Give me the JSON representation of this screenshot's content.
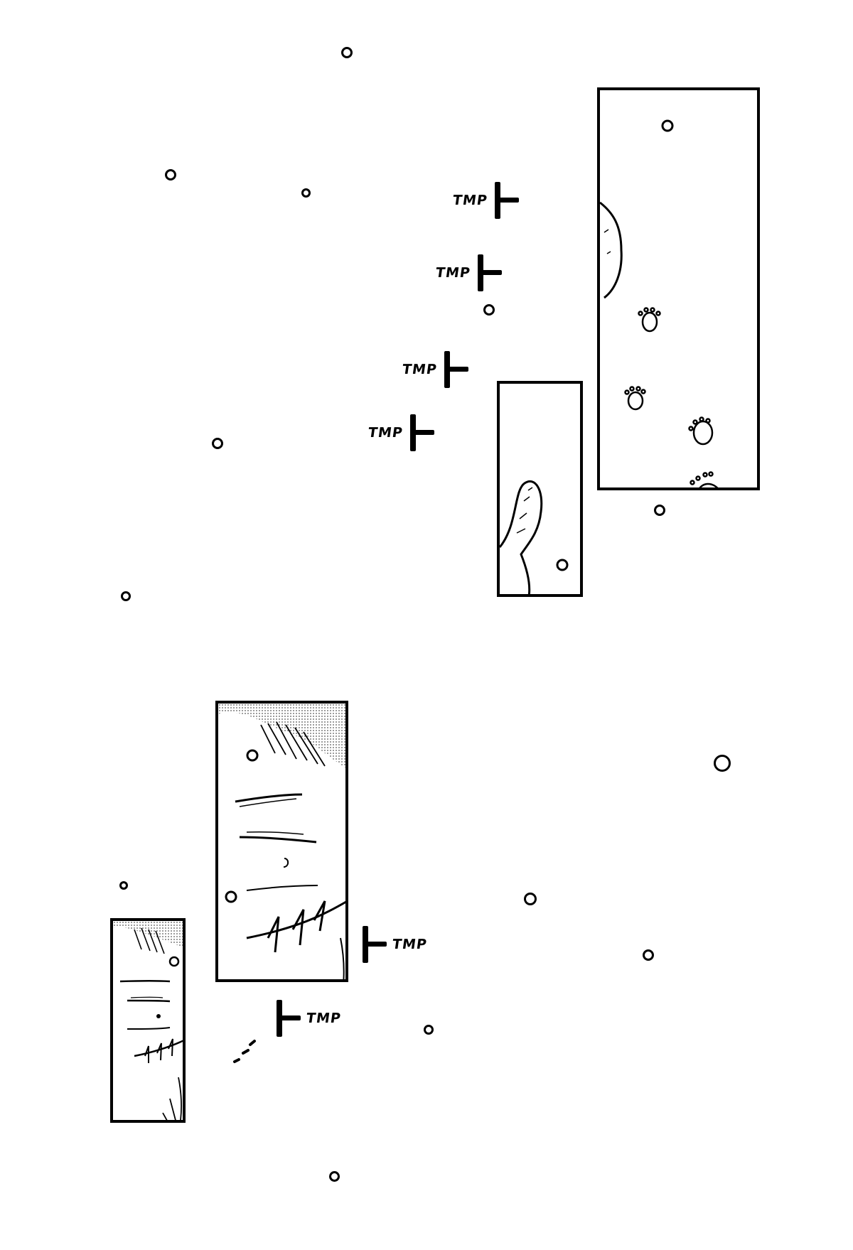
{
  "sfx": [
    {
      "id": "sfx-1",
      "text": "TMP"
    },
    {
      "id": "sfx-2",
      "text": "TMP"
    },
    {
      "id": "sfx-3",
      "text": "TMP"
    },
    {
      "id": "sfx-4",
      "text": "TMP"
    },
    {
      "id": "sfx-5",
      "text": "TMP"
    },
    {
      "id": "sfx-6",
      "text": "TMP"
    }
  ],
  "colors": {
    "ink": "#000000",
    "paper": "#ffffff",
    "screentone": "#555555"
  }
}
